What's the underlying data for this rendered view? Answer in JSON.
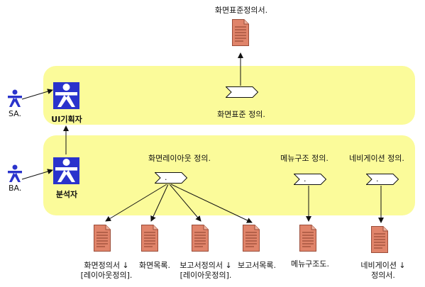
{
  "colors": {
    "lane_fill": "#fbfb9a",
    "actor_blue": "#2a33cc",
    "doc_fill": "#e0846a",
    "doc_stroke": "#9a4c38",
    "edge": "#111111"
  },
  "actors": {
    "sa_external": {
      "label": "SA.",
      "icon": "stick-figure-icon"
    },
    "ui_planner": {
      "label": "UI기획자",
      "icon": "actor-icon"
    },
    "ba_external": {
      "label": "BA.",
      "icon": "stick-figure-icon"
    },
    "analyst": {
      "label": "분석자",
      "icon": "actor-icon"
    }
  },
  "activities": {
    "screen_standard_def": "화면표준 정의.",
    "screen_layout_def": "화면레이아웃 정의.",
    "menu_structure_def": "메뉴구조 정의.",
    "navigation_def": "네비게이션 정의.",
    "layout_marker": ".",
    "menu_marker": ".",
    "nav_marker": "."
  },
  "documents": {
    "screen_standard_spec": "화면표준정의서.",
    "screen_def_line1": "화면정의서 ↓",
    "screen_def_line2": "[레이아웃정의].",
    "screen_list": "화면목록.",
    "report_def_line1": "보고서정의서 ↓",
    "report_def_line2": "[레이아웃정의].",
    "report_list": "보고서목록.",
    "menu_structure": "메뉴구조도.",
    "nav_spec_line1": "네비게이션 ↓",
    "nav_spec_line2": "정의서."
  }
}
